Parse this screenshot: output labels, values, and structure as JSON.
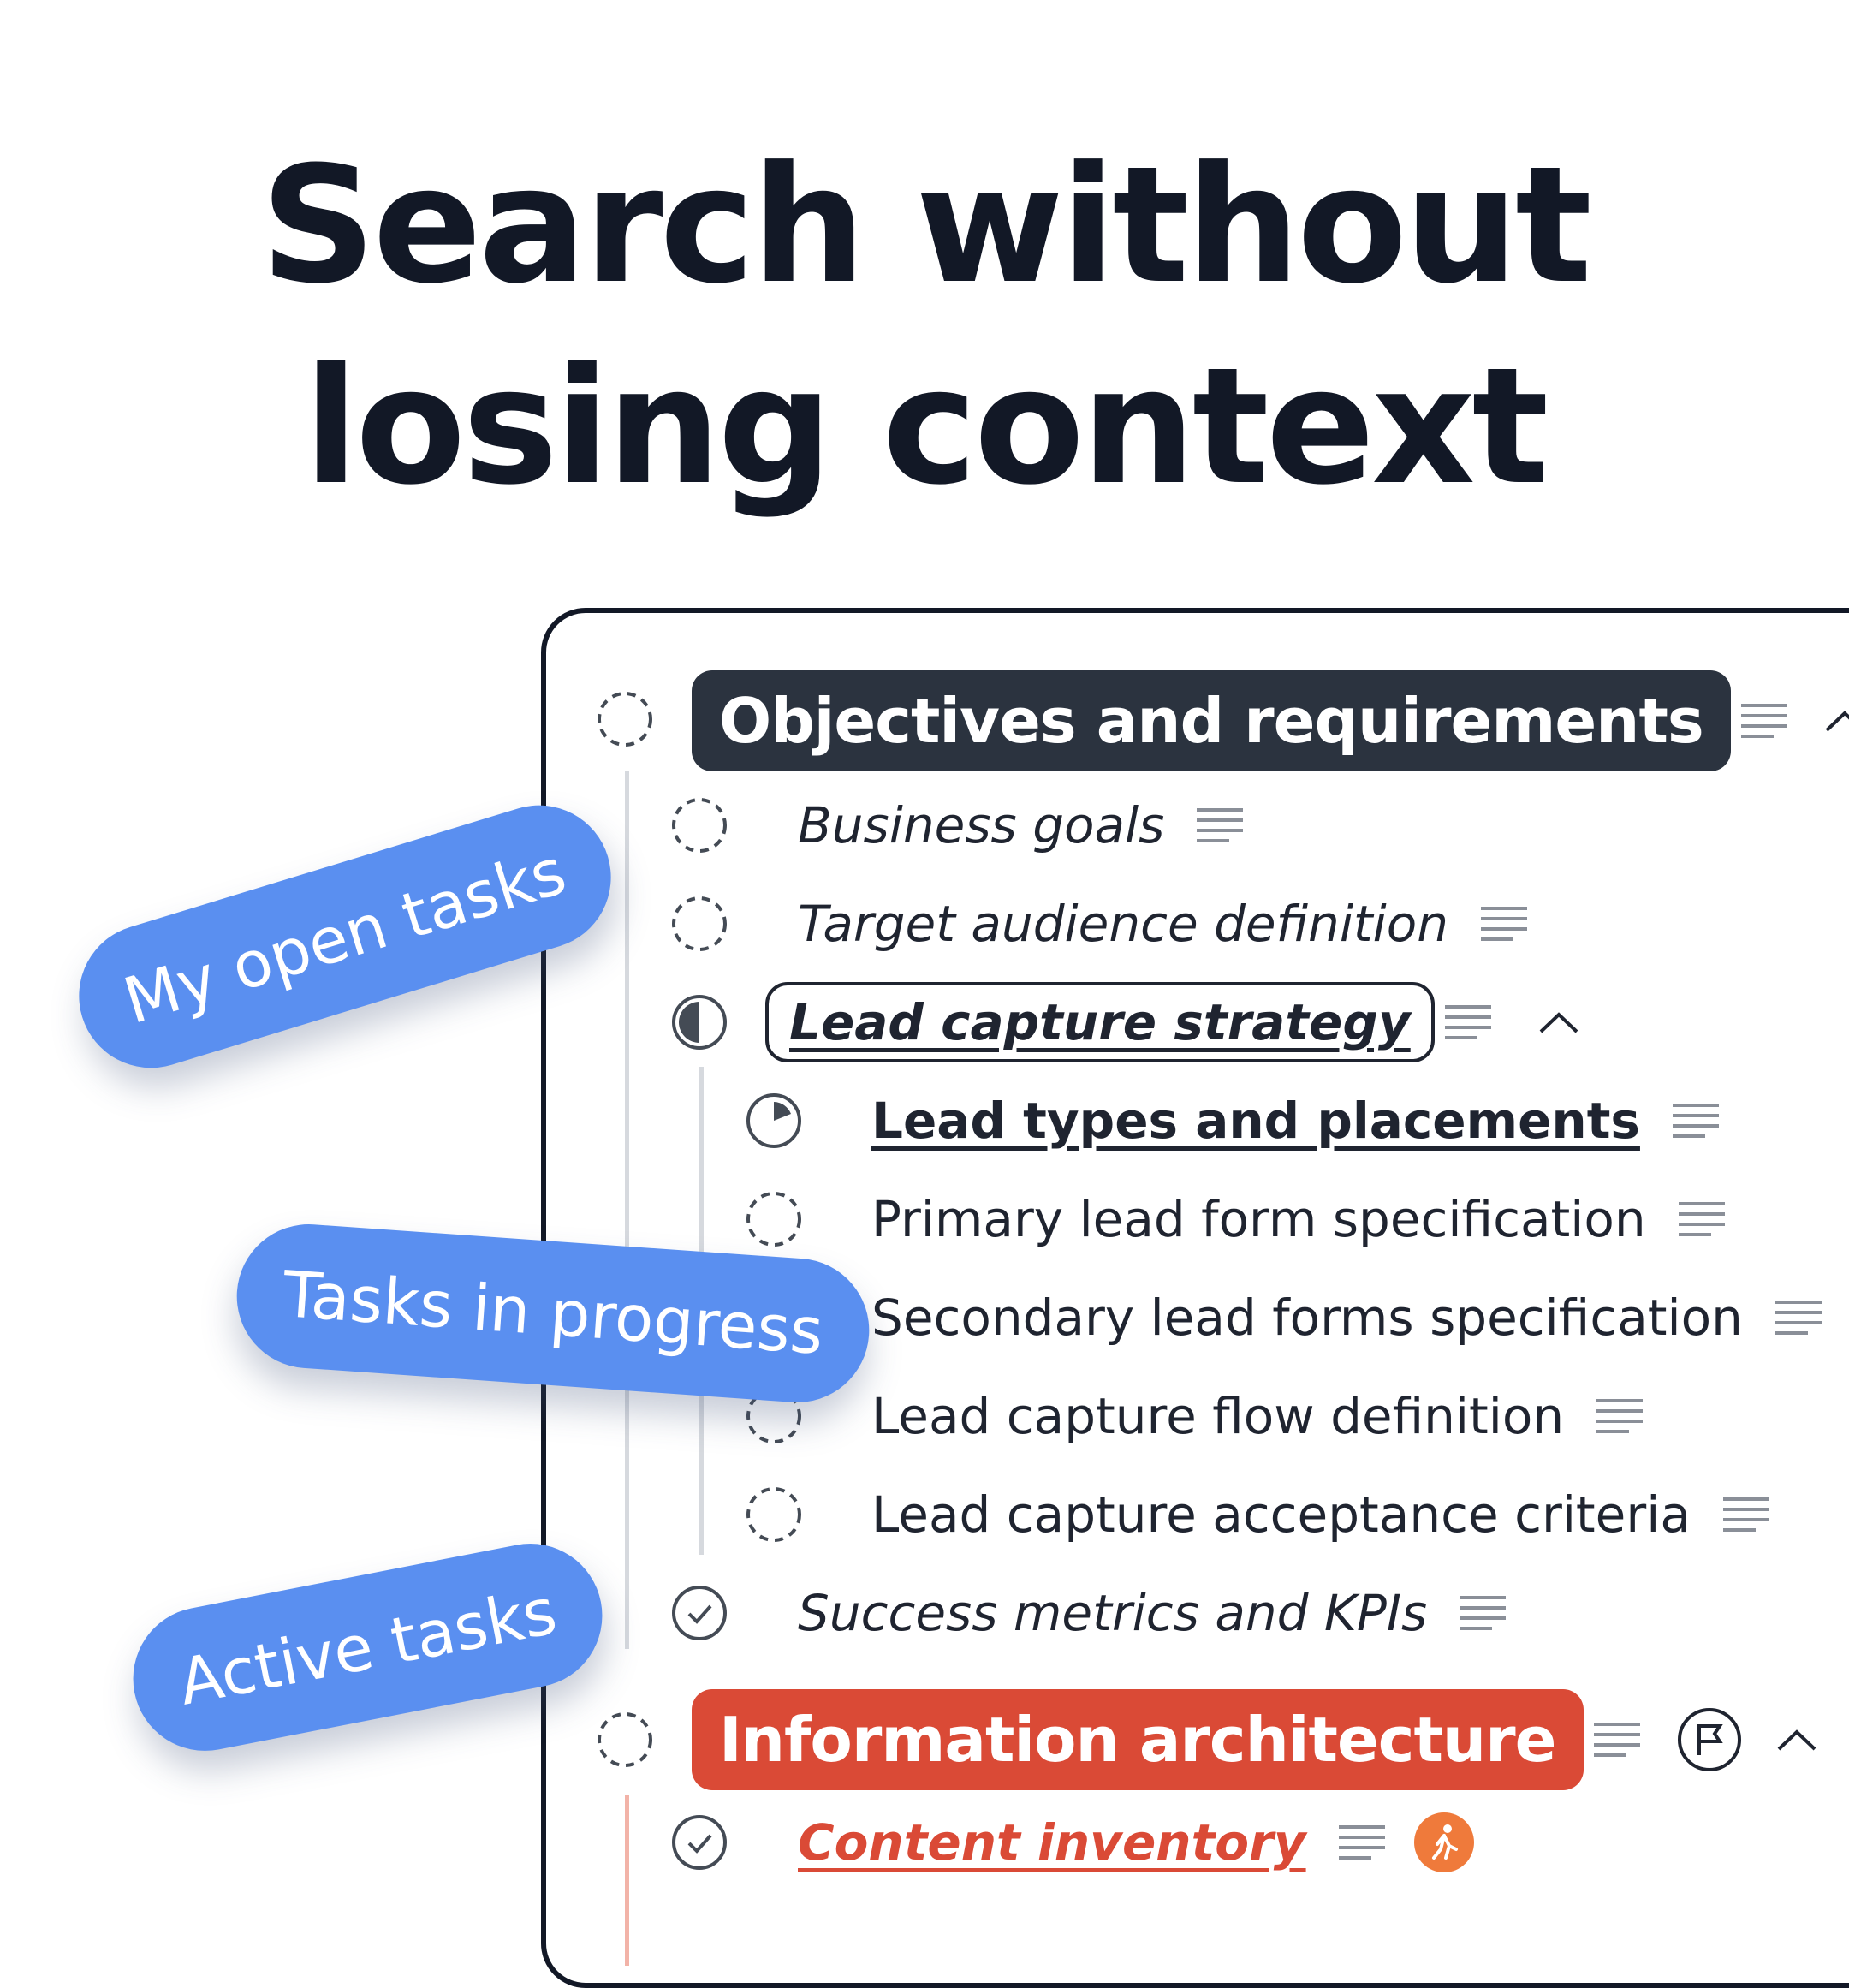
{
  "headline": {
    "line1": "Search without",
    "line2": "losing context"
  },
  "tree": {
    "section1": {
      "title": "Objectives and requirements",
      "color": "#2b333f",
      "children": {
        "business_goals": "Business goals",
        "target_audience": "Target audience definition",
        "lead_capture": {
          "title": "Lead capture strategy",
          "children": {
            "lead_types": "Lead types and placements",
            "primary_form": "Primary lead form specification",
            "secondary_forms": "Secondary lead forms specification",
            "flow_definition": "Lead capture flow definition",
            "acceptance": "Lead capture acceptance criteria"
          }
        },
        "success_metrics": "Success metrics and KPIs"
      }
    },
    "section2": {
      "title": "Information architecture",
      "color": "#da4a36",
      "children": {
        "content_inventory": "Content inventory"
      }
    }
  },
  "tags": {
    "open_tasks": "My open tasks",
    "in_progress": "Tasks in progress",
    "active": "Active tasks",
    "color": "#5a8ff0"
  },
  "icons": {
    "status_open": "dashed-circle-icon",
    "status_half": "half-circle-icon",
    "status_quarter": "quarter-pie-icon",
    "status_done": "check-circle-icon",
    "notes": "notes-lines-icon",
    "collapse": "chevron-up-icon",
    "flag": "flag-icon",
    "runner": "running-person-icon"
  }
}
